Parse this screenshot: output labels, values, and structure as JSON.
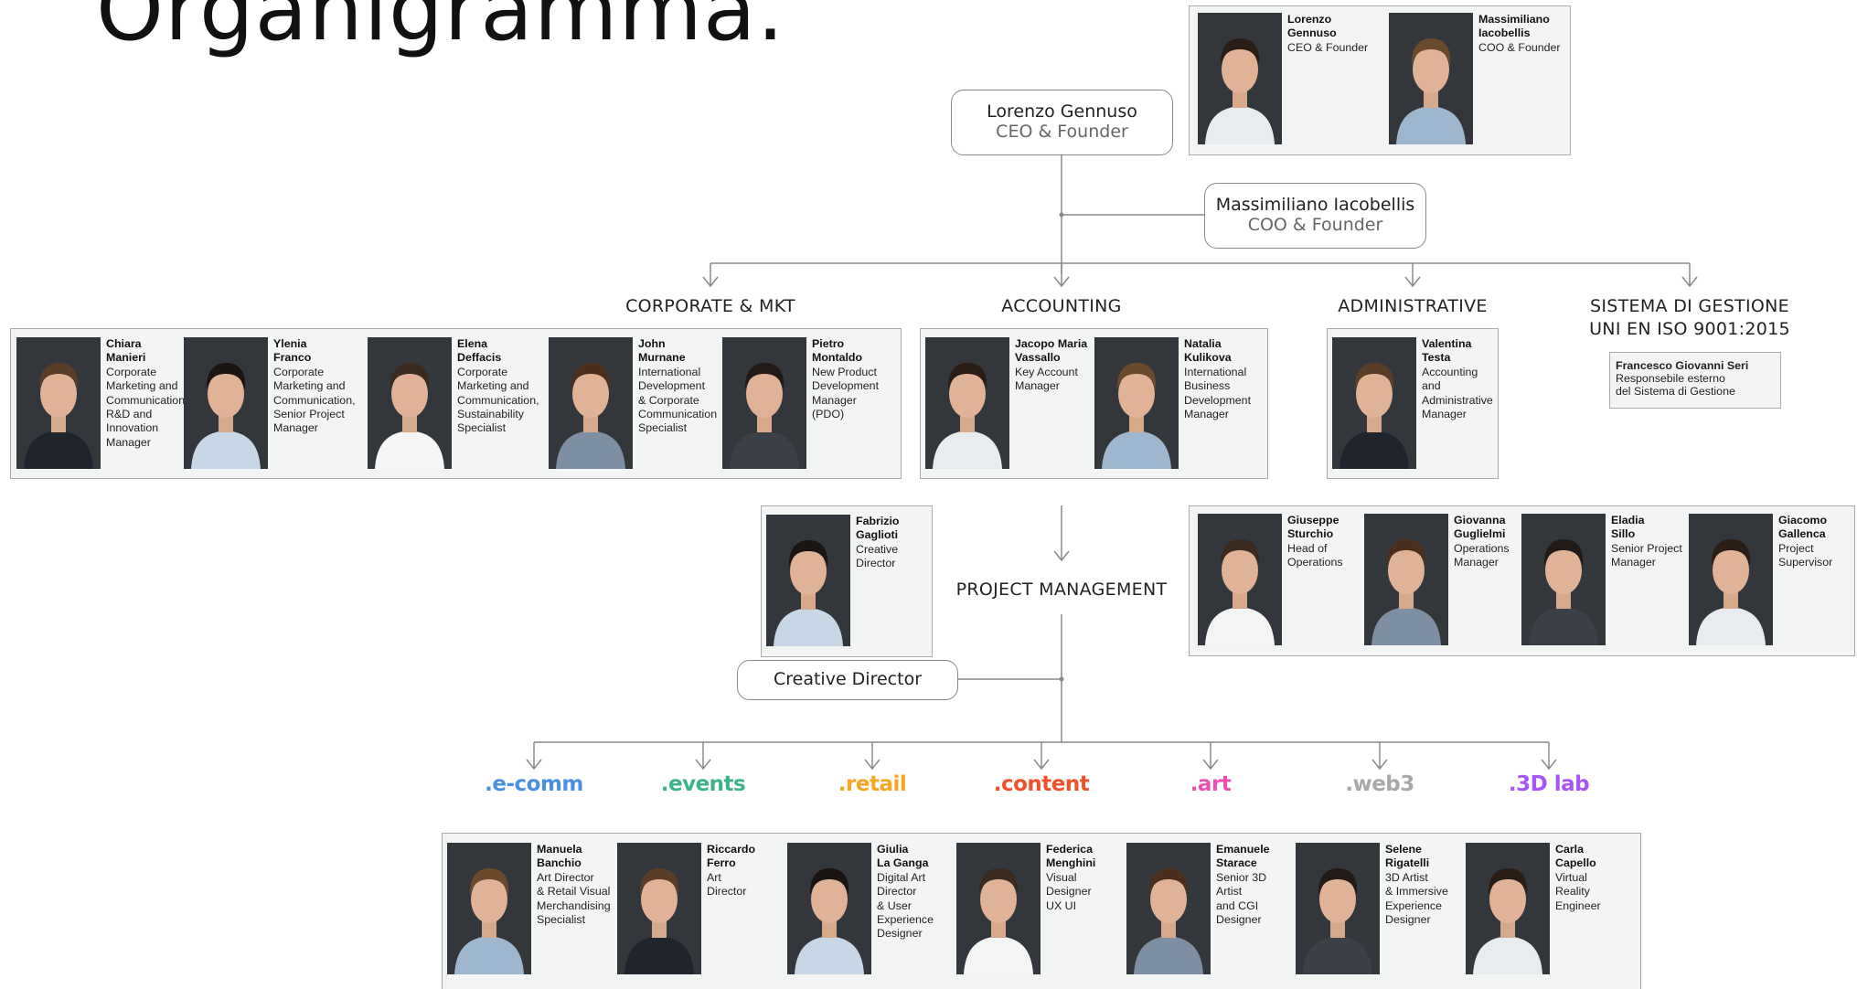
{
  "page_title": "Organigramma.",
  "top": {
    "ceo_box": {
      "name": "Lorenzo Gennuso",
      "role": "CEO & Founder"
    },
    "coo_box": {
      "name": "Massimiliano Iacobellis",
      "role": "COO & Founder"
    }
  },
  "founders": [
    {
      "name_line1": "Lorenzo",
      "name_line2": "Gennuso",
      "role": [
        "CEO & Founder"
      ]
    },
    {
      "name_line1": "Massimiliano",
      "name_line2": "Iacobellis",
      "role": [
        "COO & Founder"
      ]
    }
  ],
  "departments": {
    "corporate": "CORPORATE & MKT",
    "accounting": "ACCOUNTING",
    "administrative": "ADMINISTRATIVE",
    "iso_line1": "SISTEMA DI GESTIONE",
    "iso_line2": "UNI EN ISO 9001:2015",
    "project_management": "PROJECT MANAGEMENT"
  },
  "corporate_team": [
    {
      "name_line1": "Chiara",
      "name_line2": "Manieri",
      "role": [
        "Corporate",
        "Marketing and",
        "Communication,",
        "R&D and",
        "Innovation",
        "Manager"
      ]
    },
    {
      "name_line1": "Ylenia",
      "name_line2": "Franco",
      "role": [
        "Corporate",
        "Marketing and",
        "Communication,",
        "Senior Project",
        "Manager"
      ]
    },
    {
      "name_line1": "Elena",
      "name_line2": "Deffacis",
      "role": [
        "Corporate",
        "Marketing and",
        "Communication,",
        "Sustainability",
        "Specialist"
      ]
    },
    {
      "name_line1": "John",
      "name_line2": "Murnane",
      "role": [
        "International",
        "Development",
        "& Corporate",
        "Communication",
        "Specialist"
      ]
    },
    {
      "name_line1": "Pietro",
      "name_line2": "Montaldo",
      "role": [
        "New Product",
        "Development",
        "Manager",
        "(PDO)"
      ]
    }
  ],
  "accounting_team": [
    {
      "name_line1": "Jacopo Maria",
      "name_line2": "Vassallo",
      "role": [
        "Key Account",
        "Manager"
      ]
    },
    {
      "name_line1": "Natalia",
      "name_line2": "Kulikova",
      "role": [
        "International",
        "Business",
        "Development",
        "Manager"
      ]
    }
  ],
  "administrative_team": [
    {
      "name_line1": "Valentina",
      "name_line2": "Testa",
      "role": [
        "Accounting",
        "and",
        "Administrative",
        "Manager"
      ]
    }
  ],
  "iso": {
    "name": "Francesco Giovanni Seri",
    "role_line1": "Responsebile esterno",
    "role_line2": "del Sistema di Gestione"
  },
  "creative_director": {
    "box_label": "Creative Director",
    "person": {
      "name_line1": "Fabrizio",
      "name_line2": "Gaglioti",
      "role": [
        "Creative",
        "Director"
      ]
    }
  },
  "operations_team": [
    {
      "name_line1": "Giuseppe",
      "name_line2": "Sturchio",
      "role": [
        "Head of",
        "Operations"
      ]
    },
    {
      "name_line1": "Giovanna",
      "name_line2": "Guglielmi",
      "role": [
        "Operations",
        "Manager"
      ]
    },
    {
      "name_line1": "Eladia",
      "name_line2": "Sillo",
      "role": [
        "Senior Project",
        "Manager"
      ]
    },
    {
      "name_line1": "Giacomo",
      "name_line2": "Gallenca",
      "role": [
        "Project",
        "Supervisor"
      ]
    }
  ],
  "units": [
    {
      "label": ".e-comm",
      "color": "#4a90e2"
    },
    {
      "label": ".events",
      "color": "#3cb38a"
    },
    {
      "label": ".retail",
      "color": "#f5a623"
    },
    {
      "label": ".content",
      "color": "#f0502a"
    },
    {
      "label": ".art",
      "color": "#ec4fb6"
    },
    {
      "label": ".web3",
      "color": "#a8a8a8"
    },
    {
      "label": ".3D lab",
      "color": "#a855f7"
    }
  ],
  "creative_team": [
    {
      "name_line1": "Manuela",
      "name_line2": "Banchio",
      "role": [
        "Art Director",
        "& Retail Visual",
        "Merchandising",
        "Specialist"
      ]
    },
    {
      "name_line1": "Riccardo",
      "name_line2": "Ferro",
      "role": [
        "Art",
        "Director"
      ]
    },
    {
      "name_line1": "Giulia",
      "name_line2": "La Ganga",
      "role": [
        "Digital Art",
        "Director",
        "& User",
        "Experience",
        "Designer"
      ]
    },
    {
      "name_line1": "Federica",
      "name_line2": "Menghini",
      "role": [
        "Visual",
        "Designer",
        "UX UI"
      ]
    },
    {
      "name_line1": "Emanuele",
      "name_line2": "Starace",
      "role": [
        "Senior 3D",
        "Artist",
        "and CGI",
        "Designer"
      ]
    },
    {
      "name_line1": "Selene",
      "name_line2": "Rigatelli",
      "role": [
        "3D Artist",
        "& Immersive",
        "Experience",
        "Designer"
      ]
    },
    {
      "name_line1": "Carla",
      "name_line2": "Capello",
      "role": [
        "Virtual",
        "Reality",
        "Engineer"
      ]
    }
  ],
  "colors": {
    "line": "#8a8a8a",
    "panel_bg": "#f3f4f4",
    "photo_bg": "#34383c"
  }
}
